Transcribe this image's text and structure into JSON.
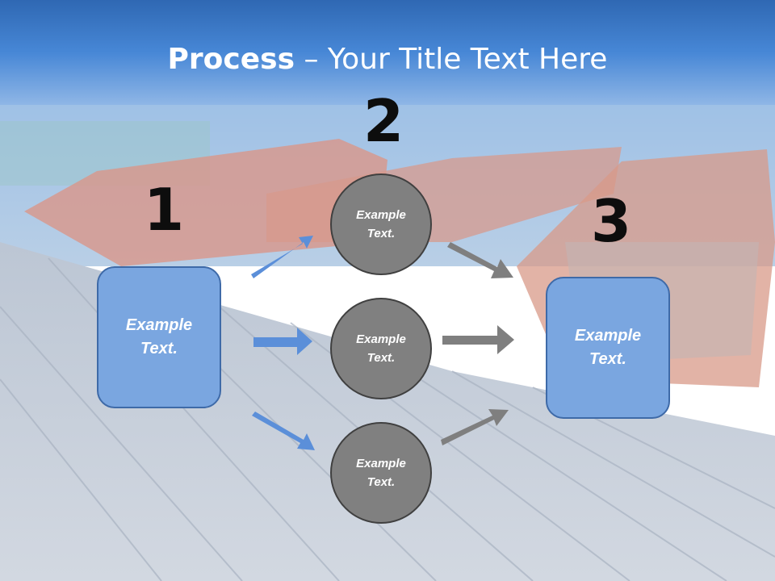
{
  "title": {
    "bold": "Process",
    "rest": " – Your Title Text Here"
  },
  "steps": {
    "one": "1",
    "two": "2",
    "three": "3"
  },
  "left_box": {
    "text": "Example Text."
  },
  "circles": [
    {
      "text": "Example Text."
    },
    {
      "text": "Example Text."
    },
    {
      "text": "Example Text."
    }
  ],
  "right_box": {
    "text": "Example Text."
  },
  "colors": {
    "header": "#3f78c4",
    "box_fill": "#7aa6e0",
    "box_border": "#3e6aa8",
    "circle_fill": "#808080",
    "blue_arrow": "#5b8fd9",
    "gray_arrow": "#7f7f7f"
  }
}
